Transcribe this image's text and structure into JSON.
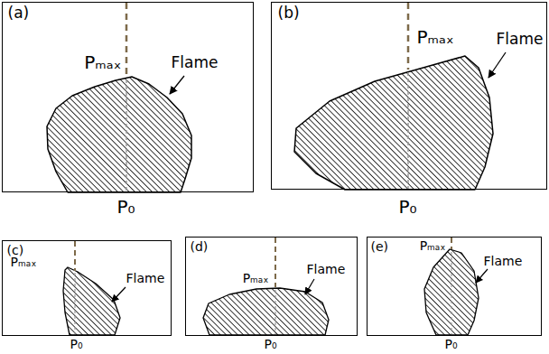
{
  "diagram": {
    "nodes": [
      {
        "text": [
          "(a)",
          "Pₘₐₓ",
          "Flame",
          "P₀"
        ]
      },
      {
        "text": [
          "(b)",
          "Pₘₐₓ",
          "Flame",
          "P₀"
        ]
      },
      {
        "text": [
          "(c)",
          "Pₘₐₓ",
          "Flame",
          "P₀"
        ]
      },
      {
        "text": [
          "(d)",
          "Pₘₐₓ",
          "Flame",
          "P₀"
        ]
      },
      {
        "text": [
          "(e)",
          "Pₘₐₓ",
          "Flame",
          "P₀"
        ]
      }
    ]
  }
}
